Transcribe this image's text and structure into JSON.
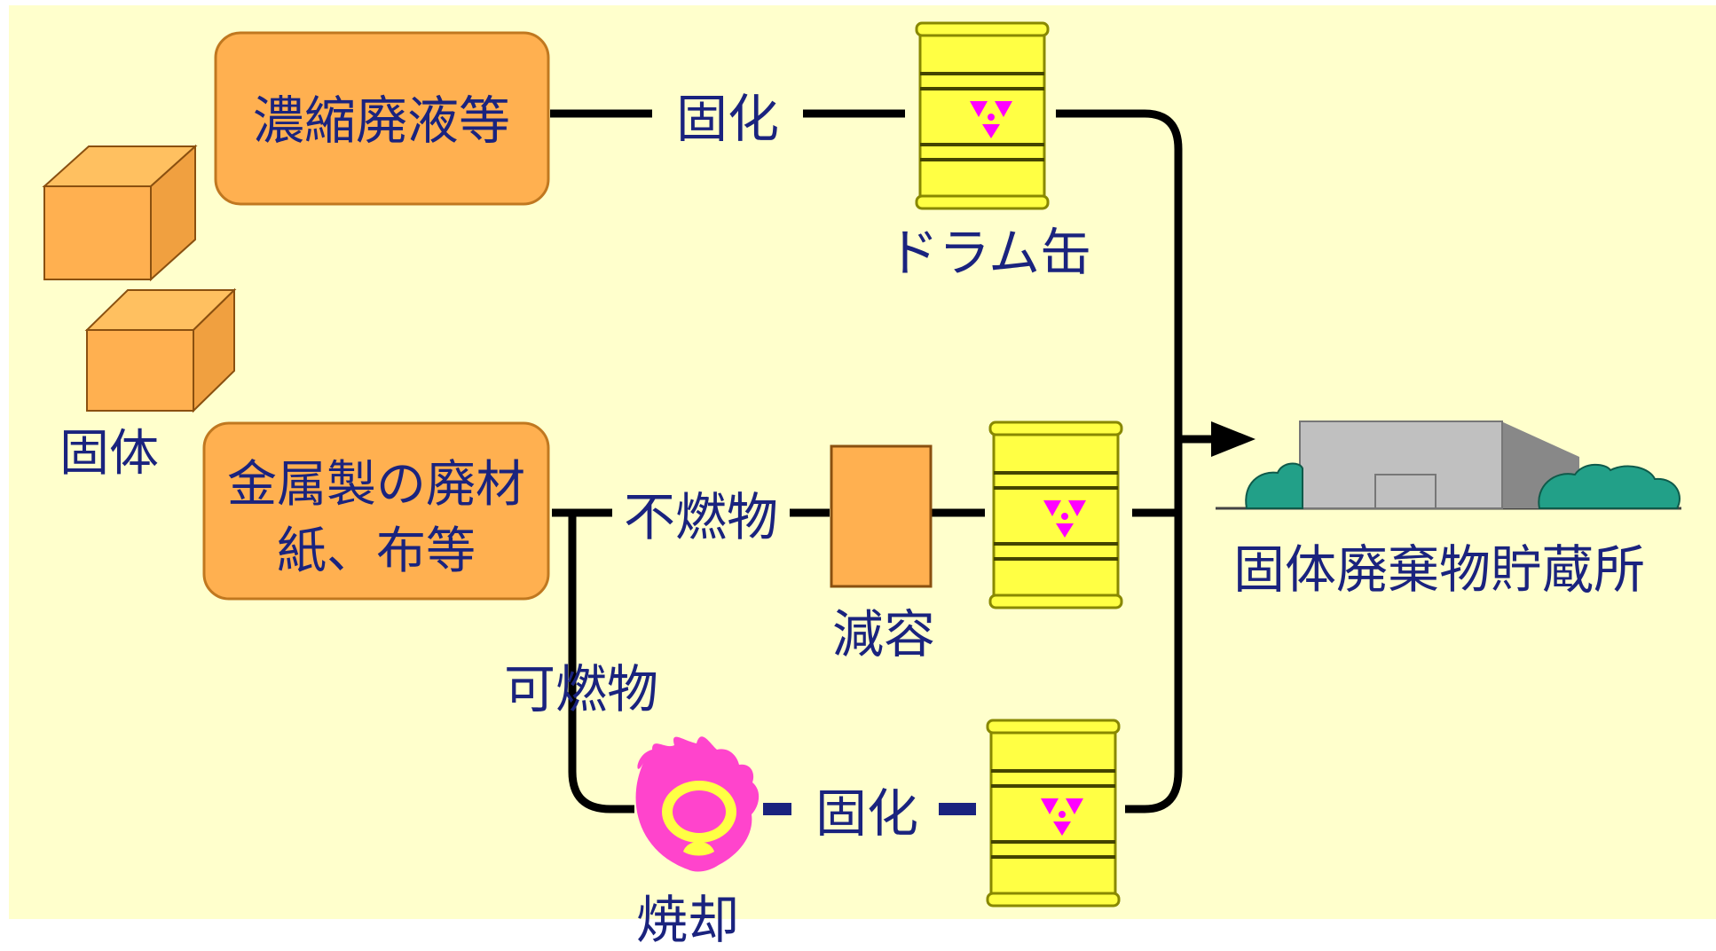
{
  "labels": {
    "solid": "固体",
    "concentrated_liquid": "濃縮廃液等",
    "metal_line1": "金属製の廃材",
    "metal_line2": "紙、布等",
    "solidify_top": "固化",
    "drum": "ドラム缶",
    "noncombustible": "不燃物",
    "volume_reduction": "減容",
    "combustible": "可燃物",
    "solidify_bottom": "固化",
    "incineration": "焼却",
    "storage_facility": "固体廃棄物貯蔵所"
  },
  "colors": {
    "background": "#ffffcc",
    "box_fill": "#ffb050",
    "box_stroke": "#c07820",
    "text": "#1a237e",
    "line": "#000000",
    "drum_fill": "#ffff44",
    "radiation": "#ff00ff",
    "flame": "#ff44cc",
    "flame_core": "#ffff44",
    "building": "#c0c0c0",
    "bush": "#22a088"
  },
  "icons": {
    "drum": "radioactive-drum-icon",
    "flame": "incinerator-flame-icon",
    "building": "storage-building-icon",
    "cube": "solid-cube-icon"
  }
}
